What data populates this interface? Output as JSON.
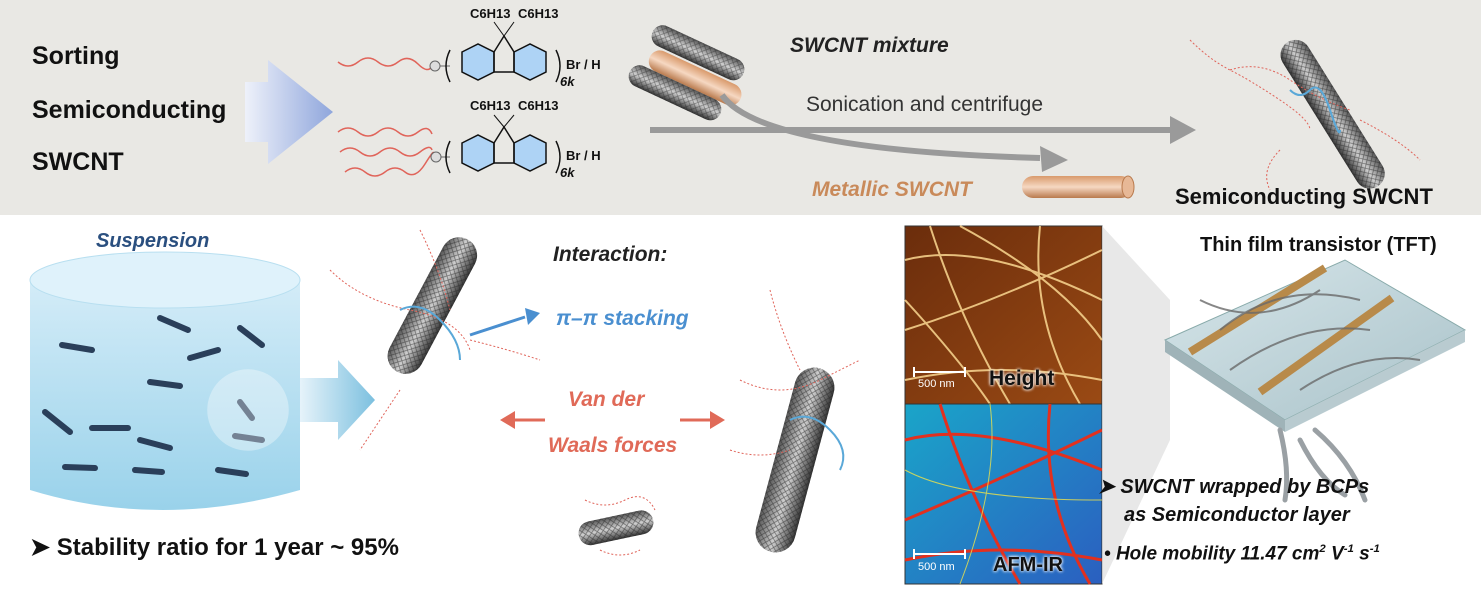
{
  "top": {
    "title_line1": "Sorting",
    "title_line2": "Semiconducting",
    "title_line3": "SWCNT",
    "mixture_label": "SWCNT mixture",
    "process_label": "Sonication and centrifuge",
    "metallic_label": "Metallic SWCNT",
    "semiconducting_label": "Semiconducting SWCNT",
    "chem": {
      "substituent_a": "C6H13",
      "substituent_b": "C6H13",
      "end_group": "Br / H",
      "repeat": "6k"
    }
  },
  "bottom": {
    "suspension_label": "Suspension",
    "stability_text": "Stability ratio for 1 year ~ 95%",
    "interaction_label": "Interaction:",
    "pi_label": "π–π stacking",
    "vdw_line1": "Van der",
    "vdw_line2": "Waals forces",
    "afm_height_label": "Height",
    "afm_ir_label": "AFM-IR",
    "scale_bar_label": "500 nm",
    "tft_title": "Thin film transistor (TFT)",
    "bullet1_line1": "SWCNT wrapped by BCPs",
    "bullet1_line2": "as Semiconductor layer",
    "bullet2_prefix": "Hole mobility 11.47 cm",
    "bullet2_sup1": "2",
    "bullet2_mid": " V",
    "bullet2_sup2": "-1",
    "bullet2_mid2": " s",
    "bullet2_sup3": "-1"
  },
  "colors": {
    "top_band": "#e9e8e4",
    "metallic": "#c98a5a",
    "vdw": "#e06a58",
    "pi": "#4a8fd0",
    "suspension": "#2a4f7f",
    "polymer_chain": "#e0645a"
  }
}
